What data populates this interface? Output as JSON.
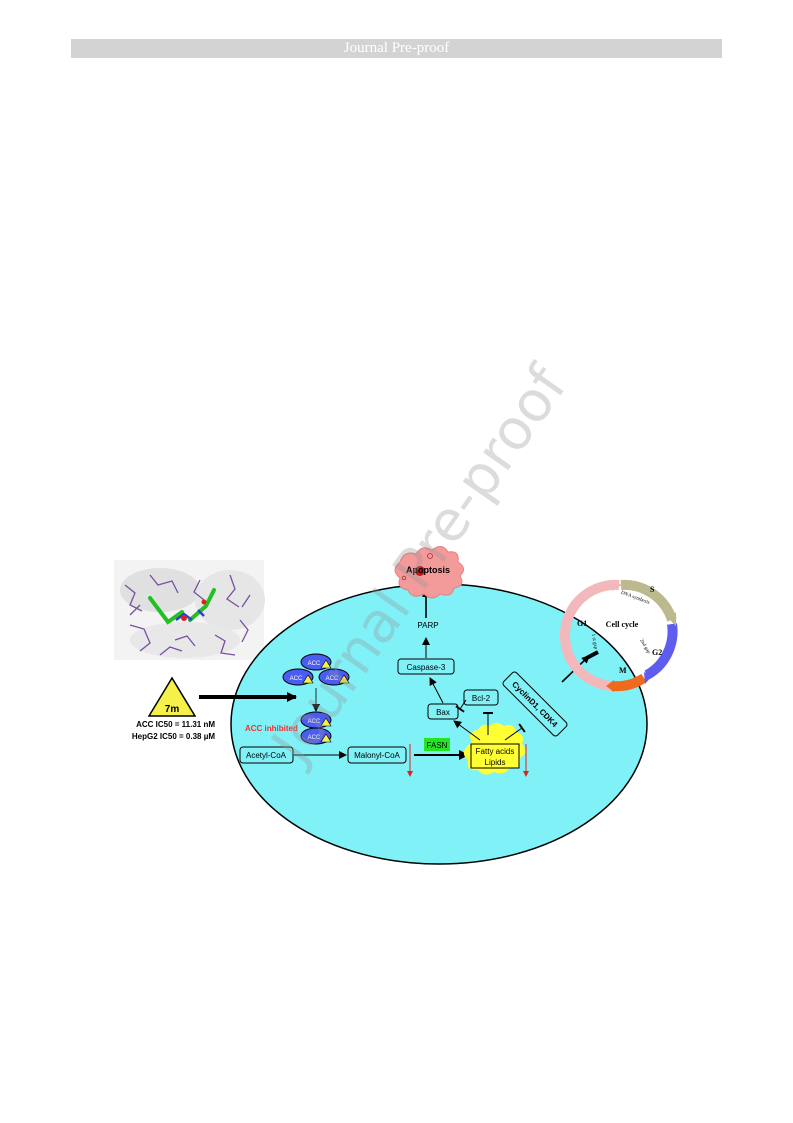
{
  "header": {
    "banner": "Journal Pre-proof"
  },
  "watermark": "Journal Pre-proof",
  "figure": {
    "compound": {
      "label": "7m",
      "acc_ic50": "ACC IC50 = 11.31 nM",
      "hepg2_ic50": "HepG2 IC50 = 0.38 µM"
    },
    "acc_label": "ACC",
    "acc_inhibited": "ACC inhibited",
    "nodes": {
      "apoptosis": "Apoptosis",
      "parp": "PARP",
      "caspase3": "Caspase-3",
      "bax": "Bax",
      "bcl2": "Bcl-2",
      "cyclin": "CyclinD1, CDK4",
      "acetyl_coa": "Acetyl-CoA",
      "malonyl_coa": "Malonyl-CoA",
      "fasn": "FASN",
      "fatty_acids": "Fatty acids",
      "lipids": "Lipids"
    },
    "cell_cycle": {
      "title": "Cell cycle",
      "g1": "G1",
      "s": "S",
      "g2": "G2",
      "m": "M",
      "dna_synthesis": "DNA synthesis",
      "first_gap": "1 st gap",
      "second_gap": "2nd gap"
    },
    "colors": {
      "cell_fill": "#7ff1f7",
      "compound_fill": "#f5f04a",
      "acc_fill": "#4a5cf2",
      "fasn_fill": "#22e622",
      "lipid_fill": "#ffff33",
      "apoptosis_fill": "#f39a9a",
      "inhibited_text": "#ff2a2a",
      "g1_arc": "#f2b8bc",
      "s_arc": "#bdb98e",
      "g2_arc": "#5f5cf0",
      "m_arc": "#f06a1e"
    }
  }
}
